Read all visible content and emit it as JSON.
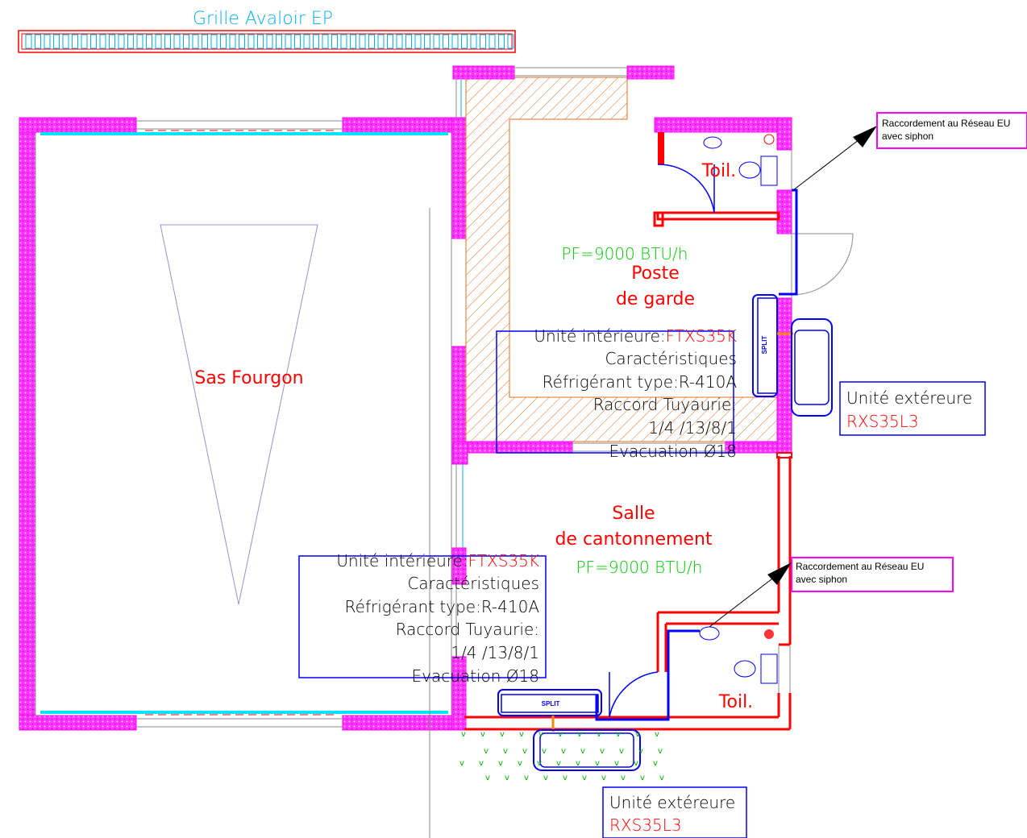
{
  "colors": {
    "wall": "#ff00ff",
    "wall_dark": "#cc00cc",
    "pipe_red": "#ff0000",
    "pipe_blue": "#0000ff",
    "text_red": "#ff0000",
    "text_green": "#00cc00",
    "text_cyan": "#00b0f0",
    "glass": "#00e5ff",
    "hatch": "#e07020",
    "cone": "#9b8fd0"
  },
  "header": {
    "grille_label": "Grille Avaloir EP"
  },
  "rooms": {
    "sas": "Sas Fourgon",
    "poste_line1": "Poste",
    "poste_line2": "de garde",
    "salle_line1": "Salle",
    "salle_line2": "de cantonnement",
    "toil_top": "Toil.",
    "toil_bottom": "Toil."
  },
  "pf": {
    "top": "PF=9000 BTU/h",
    "bottom": "PF=9000 BTU/h"
  },
  "indoor_unit_top": {
    "label": "Unité intérieure:",
    "model": "FTXS35K",
    "caracteristiques": "Caractéristiques",
    "refrigerant": "Réfrigérant type:R-410A",
    "raccord": "Raccord Tuyaurie:",
    "raccord_values": "1/4 /13/8/1",
    "evacuation": "Evacuation Ø18"
  },
  "indoor_unit_bottom": {
    "label": "Unité intérieure:",
    "model": "FTXS35K",
    "caracteristiques": "Caractéristiques",
    "refrigerant": "Réfrigérant type:R-410A",
    "raccord": "Raccord Tuyaurie:",
    "raccord_values": "1/4 /13/8/1",
    "evacuation": "Evacuation Ø18"
  },
  "outdoor_unit_top": {
    "label": "Unité extéreure",
    "model": "RXS35L3"
  },
  "outdoor_unit_bottom": {
    "label": "Unité extéreure",
    "model": "RXS35L3"
  },
  "split_label": "SPLIT",
  "notes": {
    "top_line1": "Raccordement au Réseau EU",
    "top_line2": "avec siphon",
    "bottom_line1": "Raccordement au Réseau EU",
    "bottom_line2": "avec siphon"
  }
}
